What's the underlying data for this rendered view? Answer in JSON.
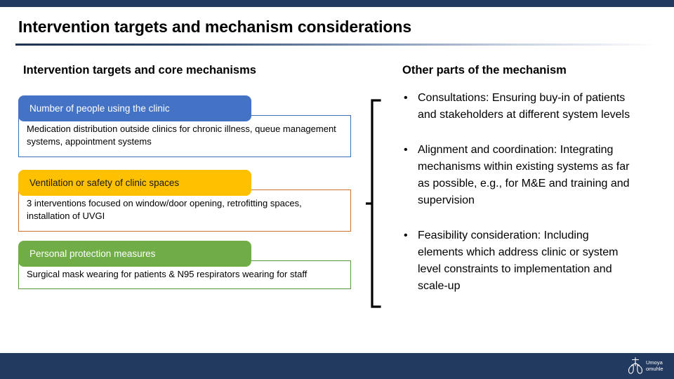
{
  "slide": {
    "title": "Intervention targets and mechanism considerations",
    "band_color": "#233A60",
    "background": "#FFFFFF"
  },
  "columns": {
    "left_header": "Intervention targets and core mechanisms",
    "right_header": "Other parts of the mechanism"
  },
  "target_groups": [
    {
      "label": "Number of people using the clinic",
      "body": "Medication distribution outside clinics for chronic illness, queue management systems, appointment systems",
      "header_color": "#4472C4",
      "header_text_color": "#FFFFFF",
      "border_color": "#3D6FB6"
    },
    {
      "label": "Ventilation or safety of clinic spaces",
      "body": "3 interventions focused on window/door opening, retrofitting spaces, installation of UVGI",
      "header_color": "#FFC000",
      "header_text_color": "#1A1A1A",
      "border_color": "#D2722A"
    },
    {
      "label": "Personal protection measures",
      "body": "Surgical mask wearing for patients & N95 respirators wearing for staff",
      "header_color": "#70AD47",
      "header_text_color": "#FFFFFF",
      "border_color": "#5E9B3A"
    }
  ],
  "mechanism_bullets": [
    {
      "marker": "•",
      "text": "Consultations: Ensuring buy-in of patients and stakeholders at different system levels"
    },
    {
      "marker": "•",
      "text": "Alignment and coordination: Integrating mechanisms within existing systems as far as possible, e.g., for M&E and training and supervision"
    },
    {
      "marker": "•",
      "text": "Feasibility consideration: Including elements which address clinic or system level constraints to implementation and scale-up"
    }
  ],
  "logo": {
    "line1": "Umoya",
    "line2": "omuhle"
  }
}
